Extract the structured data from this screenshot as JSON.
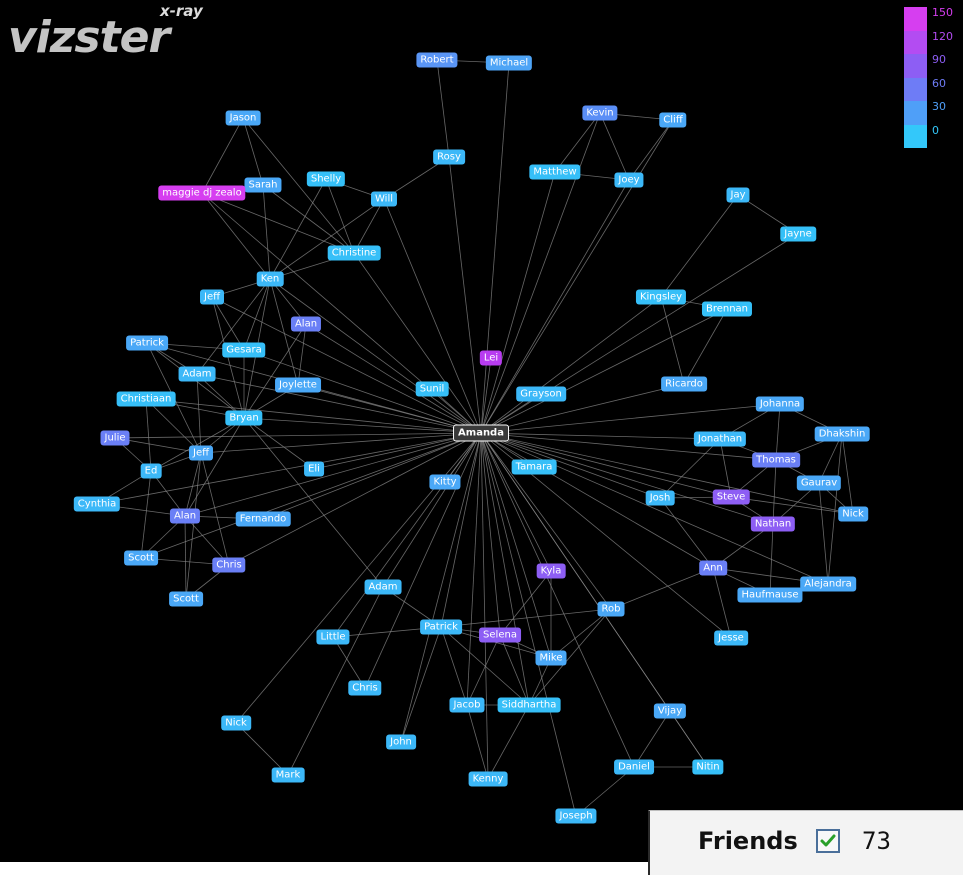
{
  "app": {
    "logo": "vizster",
    "logo_sub": "x-ray"
  },
  "legend": {
    "title": "",
    "items": [
      {
        "label": "150",
        "color": "#d63ef0"
      },
      {
        "label": "120",
        "color": "#b34cf2"
      },
      {
        "label": "90",
        "color": "#8d5ef4"
      },
      {
        "label": "60",
        "color": "#6e7cf6"
      },
      {
        "label": "30",
        "color": "#4f9ff8"
      },
      {
        "label": "0",
        "color": "#33c8fa"
      }
    ]
  },
  "filter": {
    "label": "Friends",
    "checked": true,
    "count": "73"
  },
  "graph": {
    "center": "Amanda",
    "nodes": [
      {
        "id": "amanda",
        "label": "Amanda",
        "color": "#3a3a3a"
      },
      {
        "id": "robert",
        "label": "Robert",
        "color": "#5a95f5"
      },
      {
        "id": "michael",
        "label": "Michael",
        "color": "#4ea4f6"
      },
      {
        "id": "kevin",
        "label": "Kevin",
        "color": "#5a8ef6"
      },
      {
        "id": "cliff",
        "label": "Cliff",
        "color": "#4aa8f7"
      },
      {
        "id": "jason",
        "label": "Jason",
        "color": "#4aa8f7"
      },
      {
        "id": "rosy",
        "label": "Rosy",
        "color": "#3cb8f8"
      },
      {
        "id": "matthew",
        "label": "Matthew",
        "color": "#36bff8"
      },
      {
        "id": "joey",
        "label": "Joey",
        "color": "#3cb8f8"
      },
      {
        "id": "shelly",
        "label": "Shelly",
        "color": "#35c0f8"
      },
      {
        "id": "sarah",
        "label": "Sarah",
        "color": "#4aa8f7"
      },
      {
        "id": "maggie",
        "label": "maggie dj zealo",
        "color": "#d63ef0"
      },
      {
        "id": "will",
        "label": "Will",
        "color": "#3cb8f8"
      },
      {
        "id": "jay",
        "label": "Jay",
        "color": "#3cb8f8"
      },
      {
        "id": "jayne",
        "label": "Jayne",
        "color": "#35c0f8"
      },
      {
        "id": "christine",
        "label": "Christine",
        "color": "#36bff8"
      },
      {
        "id": "ken",
        "label": "Ken",
        "color": "#3cb8f8"
      },
      {
        "id": "kingsley",
        "label": "Kingsley",
        "color": "#36bff8"
      },
      {
        "id": "brennan",
        "label": "Brennan",
        "color": "#35c0f8"
      },
      {
        "id": "jeff1",
        "label": "Jeff",
        "color": "#3cb8f8"
      },
      {
        "id": "alan1",
        "label": "Alan",
        "color": "#6a7ff6"
      },
      {
        "id": "patrick1",
        "label": "Patrick",
        "color": "#4aa8f7"
      },
      {
        "id": "gesara",
        "label": "Gesara",
        "color": "#36bff8"
      },
      {
        "id": "lei",
        "label": "Lei",
        "color": "#b83cf0"
      },
      {
        "id": "adam1",
        "label": "Adam",
        "color": "#3cb8f8"
      },
      {
        "id": "joylette",
        "label": "Joylette",
        "color": "#4aa8f7"
      },
      {
        "id": "sunil",
        "label": "Sunil",
        "color": "#36bff8"
      },
      {
        "id": "ricardo",
        "label": "Ricardo",
        "color": "#4aa8f7"
      },
      {
        "id": "grayson",
        "label": "Grayson",
        "color": "#3cb8f8"
      },
      {
        "id": "christiaan",
        "label": "Christiaan",
        "color": "#36bff8"
      },
      {
        "id": "johanna",
        "label": "Johanna",
        "color": "#4aa8f7"
      },
      {
        "id": "bryan",
        "label": "Bryan",
        "color": "#36bff8"
      },
      {
        "id": "dhakshin",
        "label": "Dhakshin",
        "color": "#4aa8f7"
      },
      {
        "id": "julie",
        "label": "Julie",
        "color": "#6a7ff6"
      },
      {
        "id": "jonathan",
        "label": "Jonathan",
        "color": "#3cb8f8"
      },
      {
        "id": "jeff2",
        "label": "Jeff",
        "color": "#4aa8f7"
      },
      {
        "id": "thomas",
        "label": "Thomas",
        "color": "#6a7ff6"
      },
      {
        "id": "tamara",
        "label": "Tamara",
        "color": "#36bff8"
      },
      {
        "id": "eli",
        "label": "Eli",
        "color": "#3cb8f8"
      },
      {
        "id": "ed",
        "label": "Ed",
        "color": "#3cb8f8"
      },
      {
        "id": "gaurav",
        "label": "Gaurav",
        "color": "#4aa8f7"
      },
      {
        "id": "kitty",
        "label": "Kitty",
        "color": "#4aa8f7"
      },
      {
        "id": "josh",
        "label": "Josh",
        "color": "#3cb8f8"
      },
      {
        "id": "steve",
        "label": "Steve",
        "color": "#8d5ef4"
      },
      {
        "id": "cynthia",
        "label": "Cynthia",
        "color": "#3cb8f8"
      },
      {
        "id": "nick1",
        "label": "Nick",
        "color": "#4aa8f7"
      },
      {
        "id": "alan2",
        "label": "Alan",
        "color": "#6a7ff6"
      },
      {
        "id": "fernando",
        "label": "Fernando",
        "color": "#4aa8f7"
      },
      {
        "id": "nathan",
        "label": "Nathan",
        "color": "#8d5ef4"
      },
      {
        "id": "scott1",
        "label": "Scott",
        "color": "#4aa8f7"
      },
      {
        "id": "chris1",
        "label": "Chris",
        "color": "#6a7ff6"
      },
      {
        "id": "kyla",
        "label": "Kyla",
        "color": "#8d5ef4"
      },
      {
        "id": "ann",
        "label": "Ann",
        "color": "#6a7ff6"
      },
      {
        "id": "adam2",
        "label": "Adam",
        "color": "#3cb8f8"
      },
      {
        "id": "alejandra",
        "label": "Alejandra",
        "color": "#4aa8f7"
      },
      {
        "id": "haufmause",
        "label": "Haufmause",
        "color": "#4aa8f7"
      },
      {
        "id": "scott2",
        "label": "Scott",
        "color": "#4aa8f7"
      },
      {
        "id": "rob",
        "label": "Rob",
        "color": "#4aa8f7"
      },
      {
        "id": "patrick2",
        "label": "Patrick",
        "color": "#3cb8f8"
      },
      {
        "id": "selena",
        "label": "Selena",
        "color": "#8d5ef4"
      },
      {
        "id": "little",
        "label": "Little",
        "color": "#3cb8f8"
      },
      {
        "id": "jesse",
        "label": "Jesse",
        "color": "#3cb8f8"
      },
      {
        "id": "mike",
        "label": "Mike",
        "color": "#4aa8f7"
      },
      {
        "id": "chris2",
        "label": "Chris",
        "color": "#3cb8f8"
      },
      {
        "id": "jacob",
        "label": "Jacob",
        "color": "#3cb8f8"
      },
      {
        "id": "siddhartha",
        "label": "Siddhartha",
        "color": "#36bff8"
      },
      {
        "id": "vijay",
        "label": "Vijay",
        "color": "#4aa8f7"
      },
      {
        "id": "nick2",
        "label": "Nick",
        "color": "#3cb8f8"
      },
      {
        "id": "john",
        "label": "John",
        "color": "#3cb8f8"
      },
      {
        "id": "daniel",
        "label": "Daniel",
        "color": "#3cb8f8"
      },
      {
        "id": "nitin",
        "label": "Nitin",
        "color": "#36bff8"
      },
      {
        "id": "mark",
        "label": "Mark",
        "color": "#3cb8f8"
      },
      {
        "id": "kenny",
        "label": "Kenny",
        "color": "#3cb8f8"
      },
      {
        "id": "joseph",
        "label": "Joseph",
        "color": "#3cb8f8"
      }
    ],
    "edges": [
      [
        "robert",
        "michael"
      ],
      [
        "robert",
        "rosy"
      ],
      [
        "michael",
        "amanda"
      ],
      [
        "rosy",
        "will"
      ],
      [
        "rosy",
        "amanda"
      ],
      [
        "kevin",
        "cliff"
      ],
      [
        "kevin",
        "joey"
      ],
      [
        "kevin",
        "matthew"
      ],
      [
        "matthew",
        "joey"
      ],
      [
        "cliff",
        "joey"
      ],
      [
        "cliff",
        "amanda"
      ],
      [
        "joey",
        "amanda"
      ],
      [
        "matthew",
        "amanda"
      ],
      [
        "kevin",
        "amanda"
      ],
      [
        "jason",
        "sarah"
      ],
      [
        "jason",
        "maggie"
      ],
      [
        "jason",
        "christine"
      ],
      [
        "sarah",
        "maggie"
      ],
      [
        "sarah",
        "ken"
      ],
      [
        "sarah",
        "christine"
      ],
      [
        "maggie",
        "christine"
      ],
      [
        "maggie",
        "ken"
      ],
      [
        "maggie",
        "amanda"
      ],
      [
        "shelly",
        "will"
      ],
      [
        "shelly",
        "ken"
      ],
      [
        "shelly",
        "christine"
      ],
      [
        "will",
        "christine"
      ],
      [
        "will",
        "ken"
      ],
      [
        "will",
        "amanda"
      ],
      [
        "christine",
        "amanda"
      ],
      [
        "christine",
        "ken"
      ],
      [
        "jay",
        "jayne"
      ],
      [
        "jay",
        "kingsley"
      ],
      [
        "jayne",
        "amanda"
      ],
      [
        "kingsley",
        "brennan"
      ],
      [
        "kingsley",
        "ricardo"
      ],
      [
        "brennan",
        "ricardo"
      ],
      [
        "kingsley",
        "amanda"
      ],
      [
        "brennan",
        "amanda"
      ],
      [
        "ken",
        "jeff1"
      ],
      [
        "ken",
        "alan1"
      ],
      [
        "ken",
        "gesara"
      ],
      [
        "ken",
        "adam1"
      ],
      [
        "ken",
        "bryan"
      ],
      [
        "ken",
        "joylette"
      ],
      [
        "ken",
        "amanda"
      ],
      [
        "jeff1",
        "gesara"
      ],
      [
        "jeff1",
        "bryan"
      ],
      [
        "jeff1",
        "amanda"
      ],
      [
        "alan1",
        "joylette"
      ],
      [
        "alan1",
        "bryan"
      ],
      [
        "alan1",
        "amanda"
      ],
      [
        "patrick1",
        "gesara"
      ],
      [
        "patrick1",
        "adam1"
      ],
      [
        "patrick1",
        "bryan"
      ],
      [
        "patrick1",
        "jeff2"
      ],
      [
        "patrick1",
        "amanda"
      ],
      [
        "gesara",
        "bryan"
      ],
      [
        "gesara",
        "amanda"
      ],
      [
        "adam1",
        "bryan"
      ],
      [
        "adam1",
        "jeff2"
      ],
      [
        "adam1",
        "amanda"
      ],
      [
        "joylette",
        "bryan"
      ],
      [
        "joylette",
        "amanda"
      ],
      [
        "sunil",
        "amanda"
      ],
      [
        "lei",
        "amanda"
      ],
      [
        "grayson",
        "amanda"
      ],
      [
        "ricardo",
        "amanda"
      ],
      [
        "christiaan",
        "bryan"
      ],
      [
        "christiaan",
        "ed"
      ],
      [
        "christiaan",
        "jeff2"
      ],
      [
        "christiaan",
        "amanda"
      ],
      [
        "bryan",
        "amanda"
      ],
      [
        "bryan",
        "jeff2"
      ],
      [
        "bryan",
        "eli"
      ],
      [
        "bryan",
        "alan2"
      ],
      [
        "bryan",
        "ed"
      ],
      [
        "bryan",
        "adam2"
      ],
      [
        "julie",
        "ed"
      ],
      [
        "julie",
        "jeff2"
      ],
      [
        "julie",
        "amanda"
      ],
      [
        "jeff2",
        "ed"
      ],
      [
        "jeff2",
        "alan2"
      ],
      [
        "jeff2",
        "chris1"
      ],
      [
        "jeff2",
        "scott2"
      ],
      [
        "jeff2",
        "amanda"
      ],
      [
        "ed",
        "alan2"
      ],
      [
        "ed",
        "scott1"
      ],
      [
        "ed",
        "cynthia"
      ],
      [
        "cynthia",
        "amanda"
      ],
      [
        "cynthia",
        "alan2"
      ],
      [
        "alan2",
        "fernando"
      ],
      [
        "alan2",
        "chris1"
      ],
      [
        "alan2",
        "scott1"
      ],
      [
        "alan2",
        "scott2"
      ],
      [
        "alan2",
        "amanda"
      ],
      [
        "fernando",
        "amanda"
      ],
      [
        "scott1",
        "chris1"
      ],
      [
        "scott1",
        "amanda"
      ],
      [
        "scott2",
        "chris1"
      ],
      [
        "chris1",
        "amanda"
      ],
      [
        "eli",
        "amanda"
      ],
      [
        "tamara",
        "amanda"
      ],
      [
        "kitty",
        "amanda"
      ],
      [
        "johanna",
        "jonathan"
      ],
      [
        "johanna",
        "thomas"
      ],
      [
        "johanna",
        "dhakshin"
      ],
      [
        "johanna",
        "amanda"
      ],
      [
        "dhakshin",
        "thomas"
      ],
      [
        "dhakshin",
        "gaurav"
      ],
      [
        "dhakshin",
        "nick1"
      ],
      [
        "dhakshin",
        "alejandra"
      ],
      [
        "jonathan",
        "thomas"
      ],
      [
        "jonathan",
        "steve"
      ],
      [
        "jonathan",
        "josh"
      ],
      [
        "jonathan",
        "amanda"
      ],
      [
        "thomas",
        "gaurav"
      ],
      [
        "thomas",
        "steve"
      ],
      [
        "thomas",
        "nathan"
      ],
      [
        "thomas",
        "amanda"
      ],
      [
        "gaurav",
        "nick1"
      ],
      [
        "gaurav",
        "nathan"
      ],
      [
        "gaurav",
        "alejandra"
      ],
      [
        "josh",
        "steve"
      ],
      [
        "josh",
        "ann"
      ],
      [
        "josh",
        "amanda"
      ],
      [
        "steve",
        "nathan"
      ],
      [
        "steve",
        "nick1"
      ],
      [
        "steve",
        "amanda"
      ],
      [
        "nathan",
        "ann"
      ],
      [
        "nathan",
        "haufmause"
      ],
      [
        "nathan",
        "amanda"
      ],
      [
        "ann",
        "alejandra"
      ],
      [
        "ann",
        "haufmause"
      ],
      [
        "ann",
        "jesse"
      ],
      [
        "ann",
        "rob"
      ],
      [
        "ann",
        "amanda"
      ],
      [
        "alejandra",
        "haufmause"
      ],
      [
        "alejandra",
        "amanda"
      ],
      [
        "nick1",
        "amanda"
      ],
      [
        "jesse",
        "amanda"
      ],
      [
        "kyla",
        "selena"
      ],
      [
        "kyla",
        "mike"
      ],
      [
        "kyla",
        "amanda"
      ],
      [
        "rob",
        "patrick2"
      ],
      [
        "rob",
        "mike"
      ],
      [
        "rob",
        "siddhartha"
      ],
      [
        "rob",
        "amanda"
      ],
      [
        "adam2",
        "patrick2"
      ],
      [
        "adam2",
        "mark"
      ],
      [
        "adam2",
        "amanda"
      ],
      [
        "patrick2",
        "little"
      ],
      [
        "patrick2",
        "selena"
      ],
      [
        "patrick2",
        "jacob"
      ],
      [
        "patrick2",
        "john"
      ],
      [
        "patrick2",
        "siddhartha"
      ],
      [
        "patrick2",
        "mike"
      ],
      [
        "patrick2",
        "amanda"
      ],
      [
        "little",
        "chris2"
      ],
      [
        "little",
        "amanda"
      ],
      [
        "selena",
        "mike"
      ],
      [
        "selena",
        "jacob"
      ],
      [
        "selena",
        "siddhartha"
      ],
      [
        "selena",
        "amanda"
      ],
      [
        "mike",
        "siddhartha"
      ],
      [
        "mike",
        "amanda"
      ],
      [
        "chris2",
        "amanda"
      ],
      [
        "jacob",
        "siddhartha"
      ],
      [
        "jacob",
        "kenny"
      ],
      [
        "jacob",
        "amanda"
      ],
      [
        "siddhartha",
        "kenny"
      ],
      [
        "siddhartha",
        "amanda"
      ],
      [
        "vijay",
        "daniel"
      ],
      [
        "vijay",
        "nitin"
      ],
      [
        "vijay",
        "amanda"
      ],
      [
        "daniel",
        "nitin"
      ],
      [
        "daniel",
        "joseph"
      ],
      [
        "daniel",
        "amanda"
      ],
      [
        "nitin",
        "amanda"
      ],
      [
        "joseph",
        "amanda"
      ],
      [
        "nick2",
        "mark"
      ],
      [
        "nick2",
        "amanda"
      ],
      [
        "john",
        "amanda"
      ],
      [
        "kenny",
        "amanda"
      ]
    ]
  }
}
